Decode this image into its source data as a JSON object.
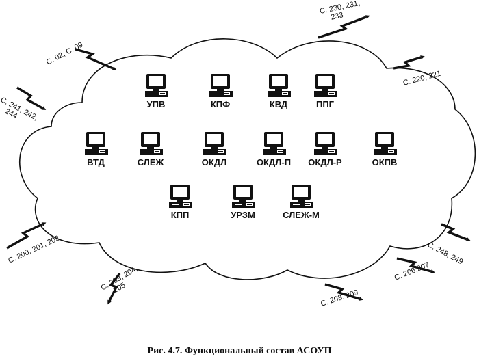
{
  "caption": "Рис.  4.7. Функциональный состав АСОУП",
  "colors": {
    "ink": "#111111",
    "screen": "#ffffff",
    "paper": "#ffffff"
  },
  "workstations": [
    {
      "id": "upv",
      "label": "УПВ"
    },
    {
      "id": "kpf",
      "label": "КПФ"
    },
    {
      "id": "kvd",
      "label": "КВД"
    },
    {
      "id": "ppg",
      "label": "ППГ"
    },
    {
      "id": "vtd",
      "label": "ВТД"
    },
    {
      "id": "slezh",
      "label": "СЛЕЖ"
    },
    {
      "id": "okdl",
      "label": "ОКДЛ"
    },
    {
      "id": "okdl-p",
      "label": "ОКДЛ-П"
    },
    {
      "id": "okdl-r",
      "label": "ОКДЛ-Р"
    },
    {
      "id": "okpv",
      "label": "ОКПВ"
    },
    {
      "id": "kpp",
      "label": "КПП"
    },
    {
      "id": "urzm",
      "label": "УРЗМ"
    },
    {
      "id": "slezh-m",
      "label": "СЛЕЖ-М"
    }
  ],
  "links": [
    {
      "id": "l-230",
      "lines": [
        "С. 230, 231,",
        "233"
      ]
    },
    {
      "id": "l-02",
      "lines": [
        "С. 02, С. 09"
      ]
    },
    {
      "id": "l-220",
      "lines": [
        "С. 220, 221"
      ]
    },
    {
      "id": "l-241",
      "lines": [
        "С. 241, 242,",
        "244"
      ]
    },
    {
      "id": "l-200",
      "lines": [
        "С. 200, 201, 202"
      ]
    },
    {
      "id": "l-203",
      "lines": [
        "С. 203, 204,",
        "205"
      ]
    },
    {
      "id": "l-208",
      "lines": [
        "С. 208, 209"
      ]
    },
    {
      "id": "l-206",
      "lines": [
        "С. 206,207"
      ]
    },
    {
      "id": "l-248",
      "lines": [
        "С. 248, 249"
      ]
    }
  ]
}
